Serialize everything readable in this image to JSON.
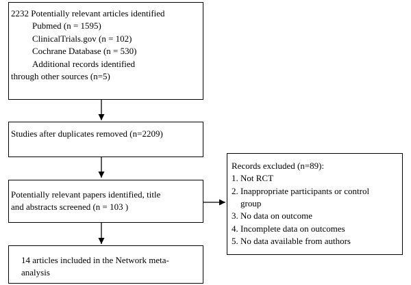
{
  "identification": {
    "total": "2232 Potentially relevant articles identified",
    "pubmed": "Pubmed (n = 1595)",
    "clinicaltrials": "ClinicalTrials.gov  (n = 102)",
    "cochrane": "Cochrane Database  (n = 530)",
    "additional_1": "Additional records identified",
    "additional_2": "through other sources (n=5)"
  },
  "duplicates": {
    "text": "Studies after duplicates removed (n=2209)"
  },
  "screening": {
    "line1": "Potentially relevant papers identified, title",
    "line2": "and abstracts screened  (n = 103 )"
  },
  "included": {
    "line1": "14 articles included in the  Network meta-",
    "line2": "analysis"
  },
  "excluded": {
    "title": "Records excluded (n=89):",
    "reasons": [
      "1. Not RCT",
      "2. Inappropriate participants or control",
      "    group",
      "3. No data on outcome",
      "4. Incomplete data on outcomes",
      "5. No data available from authors"
    ]
  }
}
